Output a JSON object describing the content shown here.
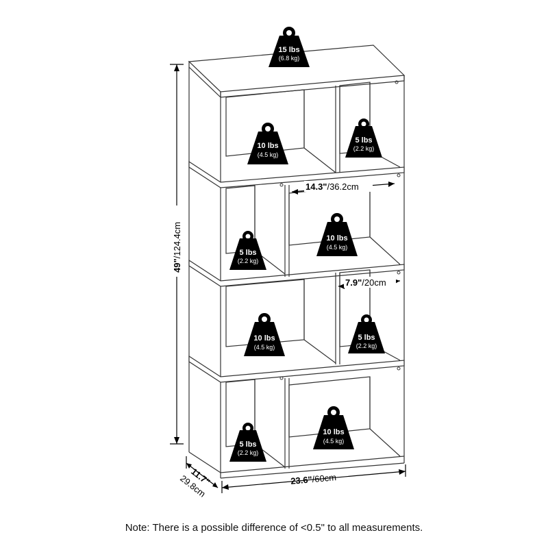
{
  "weights": {
    "top": {
      "lbs": "15 lbs",
      "kg": "(6.8 kg)"
    },
    "row1_left": {
      "lbs": "10 lbs",
      "kg": "(4.5 kg)"
    },
    "row1_right": {
      "lbs": "5 lbs",
      "kg": "(2.2 kg)"
    },
    "row2_left": {
      "lbs": "5 lbs",
      "kg": "(2.2 kg)"
    },
    "row2_right": {
      "lbs": "10 lbs",
      "kg": "(4.5 kg)"
    },
    "row3_left": {
      "lbs": "10 lbs",
      "kg": "(4.5 kg)"
    },
    "row3_right": {
      "lbs": "5 lbs",
      "kg": "(2.2 kg)"
    },
    "row4_left": {
      "lbs": "5 lbs",
      "kg": "(2.2 kg)"
    },
    "row4_right": {
      "lbs": "10 lbs",
      "kg": "(4.5 kg)"
    }
  },
  "dimensions": {
    "height": {
      "imperial": "49\"",
      "metric": "/124.4cm"
    },
    "width": {
      "imperial": "23.6\"",
      "metric": "/60cm"
    },
    "depth": {
      "imperial": "11.7\"",
      "metric": "29.8cm"
    },
    "wide_cube": {
      "imperial": "14.3\"",
      "metric": "/36.2cm"
    },
    "narrow_cube": {
      "imperial": "7.9\"",
      "metric": "/20cm"
    }
  },
  "note": "Note: There is a possible difference of <0.5\" to all measurements."
}
